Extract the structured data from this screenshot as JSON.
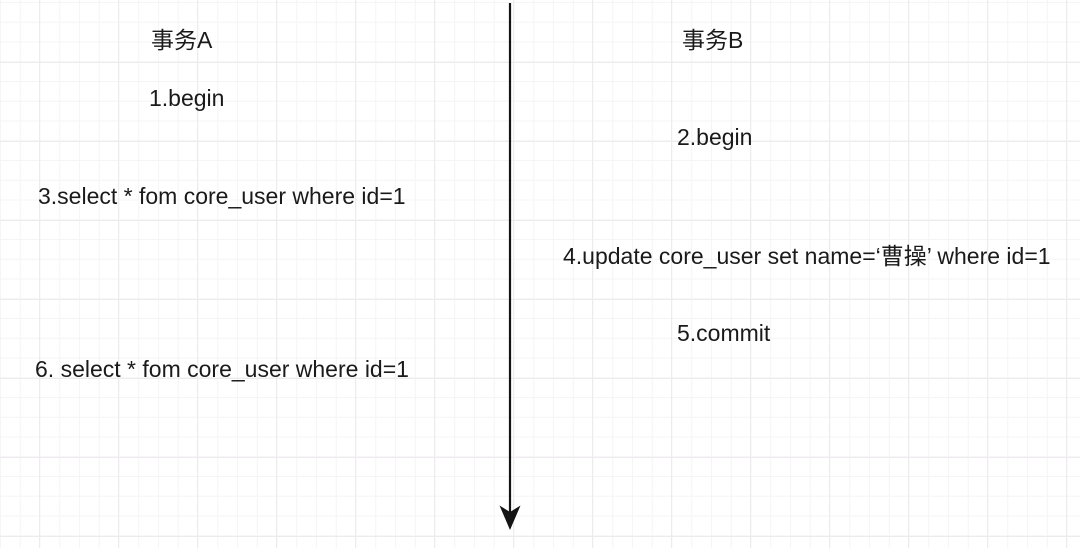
{
  "canvas": {
    "background_color": "#ffffff",
    "grid_minor_color": "#f6f4f6",
    "grid_major_color": "#edebee",
    "text_color": "#1a1a1a",
    "arrow_color": "#141414"
  },
  "diagram": {
    "type": "transaction-timeline",
    "timeline_arrow": {
      "icon": "arrow-down-icon",
      "direction": "down",
      "color": "#141414"
    },
    "columns": [
      {
        "id": "transaction-a",
        "title": "事务A",
        "steps": [
          "1.begin",
          "3.select * fom core_user where id=1",
          "6. select * fom core_user where id=1"
        ]
      },
      {
        "id": "transaction-b",
        "title": "事务B",
        "steps": [
          "2.begin",
          "4.update core_user set name=‘曹操’ where id=1",
          "5.commit"
        ]
      }
    ]
  }
}
